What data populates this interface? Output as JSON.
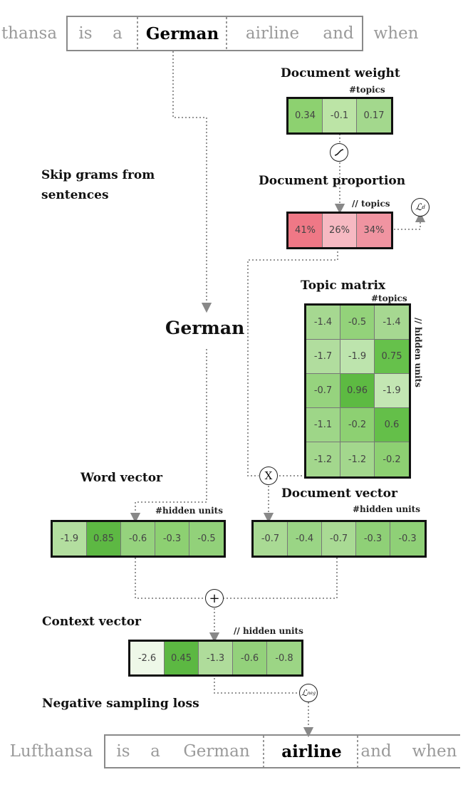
{
  "top_sentence": {
    "tokens": [
      "thansa",
      "is",
      "a",
      "German",
      "airline",
      "and",
      "when"
    ],
    "target_index": 3
  },
  "document_weight": {
    "title": "Document weight",
    "dim_label": "#topics",
    "values": [
      "0.34",
      "-0.1",
      "0.17"
    ],
    "colors": [
      "#8dd170",
      "#bce4a6",
      "#a3d88d"
    ]
  },
  "sigmoid_icon": "sigmoid-icon",
  "document_proportion": {
    "title": "Document proportion",
    "dim_label": "// topics",
    "values": [
      "41%",
      "26%",
      "34%"
    ],
    "colors": [
      "#ef7886",
      "#f6b9c2",
      "#f094a1"
    ]
  },
  "loss_d_label": "ℒ",
  "loss_d_sup": "d",
  "skip_grams_label_line1": "Skip grams from",
  "skip_grams_label_line2": "sentences",
  "target_word": "German",
  "topic_matrix": {
    "title": "Topic matrix",
    "col_label": "#topics",
    "row_label": "// hidden units",
    "rows": [
      [
        "-1.4",
        "-0.5",
        "-1.4"
      ],
      [
        "-1.7",
        "-1.9",
        "0.75"
      ],
      [
        "-0.7",
        "0.96",
        "-1.9"
      ],
      [
        "-1.1",
        "-0.2",
        "0.6"
      ],
      [
        "-1.2",
        "-1.2",
        "-0.2"
      ]
    ],
    "colors": [
      [
        "#a6d891",
        "#93d27a",
        "#a6d891"
      ],
      [
        "#b1dd9e",
        "#bde4ad",
        "#66c14b"
      ],
      [
        "#96d37e",
        "#5dba42",
        "#c3e6b3"
      ],
      [
        "#9ed688",
        "#8dd072",
        "#64bf49"
      ],
      [
        "#a3d78d",
        "#a3d78d",
        "#8dd072"
      ]
    ]
  },
  "multiply_label": "X",
  "word_vector": {
    "title": "Word vector",
    "dim_label": "#hidden units",
    "values": [
      "-1.9",
      "0.85",
      "-0.6",
      "-0.3",
      "-0.5"
    ],
    "colors": [
      "#b3de9f",
      "#5db843",
      "#95d27d",
      "#8dd072",
      "#92d17a"
    ]
  },
  "document_vector": {
    "title": "Document vector",
    "dim_label": "#hidden units",
    "values": [
      "-0.7",
      "-0.4",
      "-0.7",
      "-0.3",
      "-0.3"
    ],
    "colors": [
      "#a9da94",
      "#9ad585",
      "#a9da94",
      "#8fd077",
      "#8fd077"
    ]
  },
  "plus_label": "+",
  "context_vector": {
    "title": "Context vector",
    "dim_label": "// hidden units",
    "values": [
      "-2.6",
      "0.45",
      "-1.3",
      "-0.6",
      "-0.8"
    ],
    "colors": [
      "#eef8e8",
      "#5cb842",
      "#afdc9b",
      "#93d17b",
      "#9cd585"
    ]
  },
  "loss_neg_label": "ℒ",
  "loss_neg_sup": "neg",
  "negative_sampling_label": "Negative sampling loss",
  "bottom_sentence": {
    "tokens": [
      "Lufthansa",
      "is",
      "a",
      "German",
      "airline",
      "and",
      "when"
    ],
    "target_index": 4
  }
}
